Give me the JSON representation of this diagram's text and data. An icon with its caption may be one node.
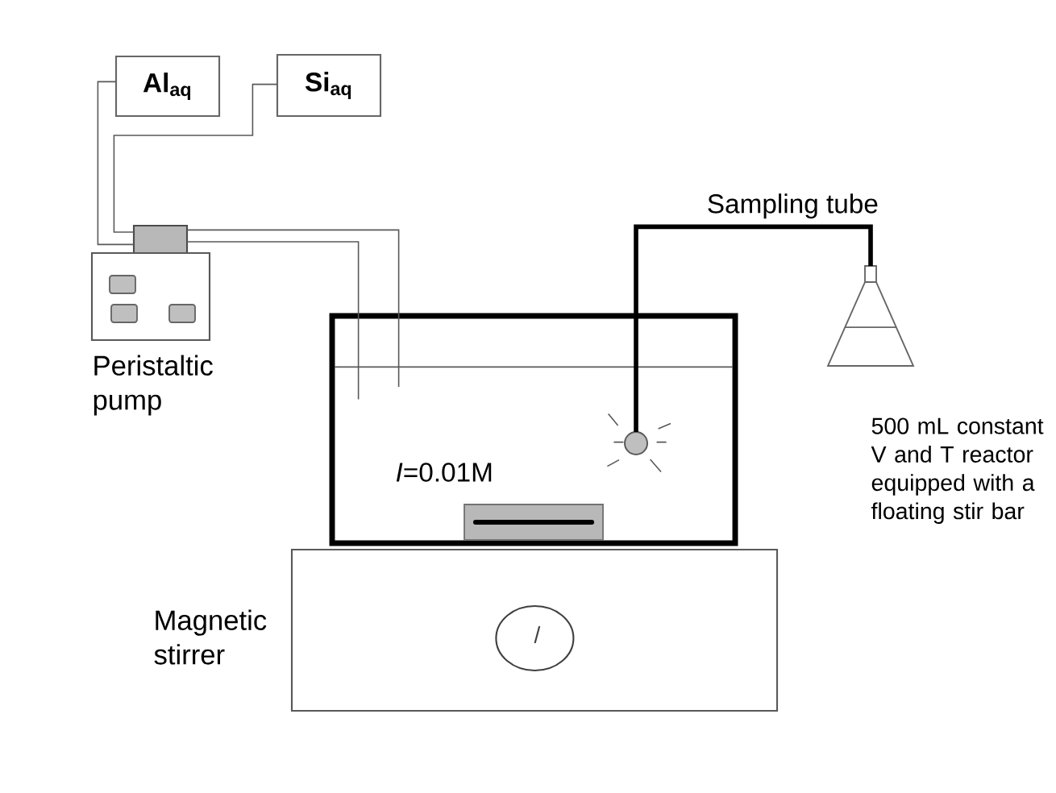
{
  "diagram": {
    "nodes": [
      {
        "text": [
          "Al$_{aq}$"
        ]
      },
      {
        "text": [
          "Si$_{aq}$"
        ]
      },
      {
        "text": [],
        "shape": "box"
      },
      {
        "text": [],
        "shape": "box",
        "beside": [
          "Peristaltic pump"
        ]
      },
      {
        "text": [
          "*I*=0.01M"
        ]
      },
      {
        "text": [],
        "shape": "circle",
        "in": 4
      },
      {
        "text": [],
        "shape": "flask"
      },
      {
        "text": [],
        "shape": "box",
        "beside": [
          "Magnetic stirrer"
        ]
      }
    ],
    "edges": [
      {
        "from": 0,
        "to": 2,
        "arrow": "none"
      },
      {
        "from": 1,
        "to": 2,
        "arrow": "none"
      },
      {
        "from": 2,
        "to": 4,
        "arrow": "none"
      },
      {
        "from": 2,
        "to": 4,
        "arrow": "none"
      },
      {
        "from": 5,
        "to": 6,
        "arrow": "none",
        "label": "Sampling tube",
        "style": "thick"
      }
    ],
    "labels": [
      "500 mL constant V and T reactor equipped with a floating stir bar"
    ]
  }
}
